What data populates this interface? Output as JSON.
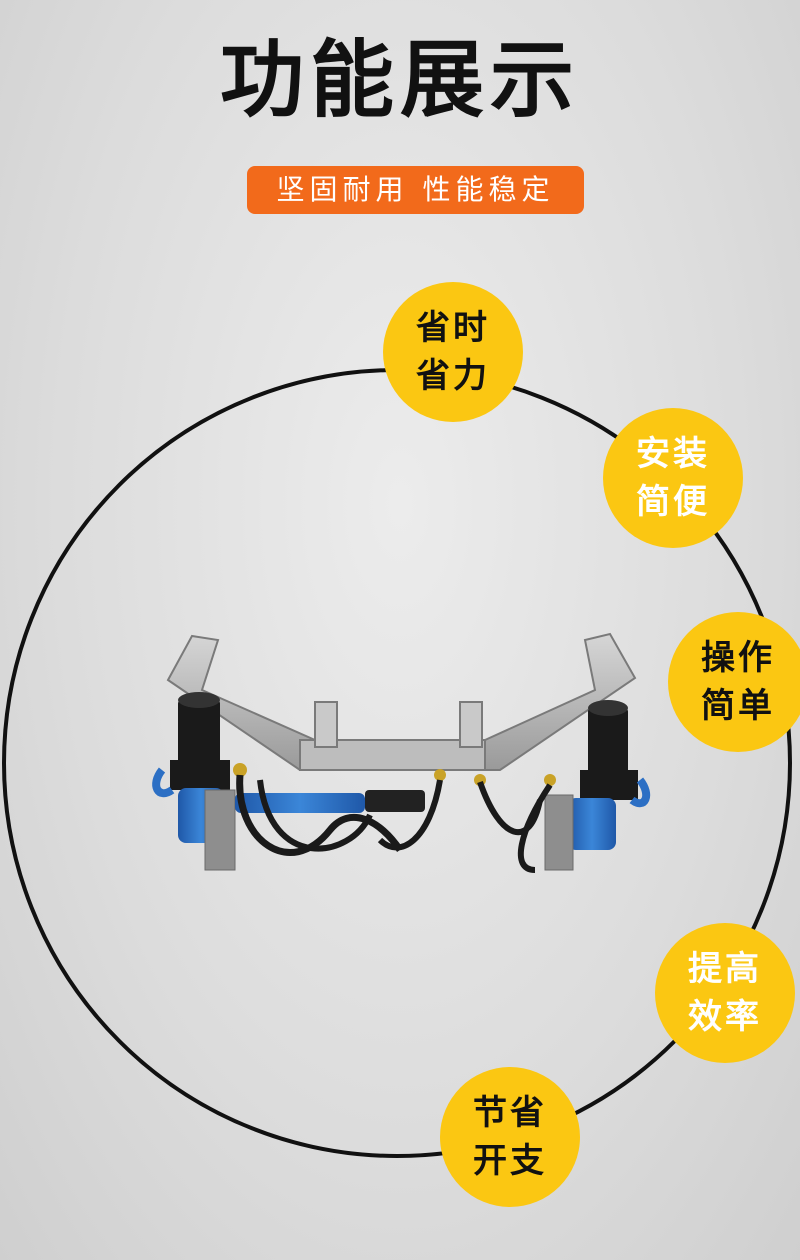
{
  "header": {
    "title": "功能展示",
    "tagline": "坚固耐用 性能稳定"
  },
  "features": [
    {
      "line1": "省时",
      "line2": "省力"
    },
    {
      "line1": "安装",
      "line2": "简便"
    },
    {
      "line1": "操作",
      "line2": "简单"
    },
    {
      "line1": "提高",
      "line2": "效率"
    },
    {
      "line1": "节省",
      "line2": "开支"
    }
  ],
  "colors": {
    "badge": "#fbc712",
    "tagline_bg": "#f26a1b",
    "ring": "#111111",
    "hydraulic_blue": "#2c6fc4"
  }
}
